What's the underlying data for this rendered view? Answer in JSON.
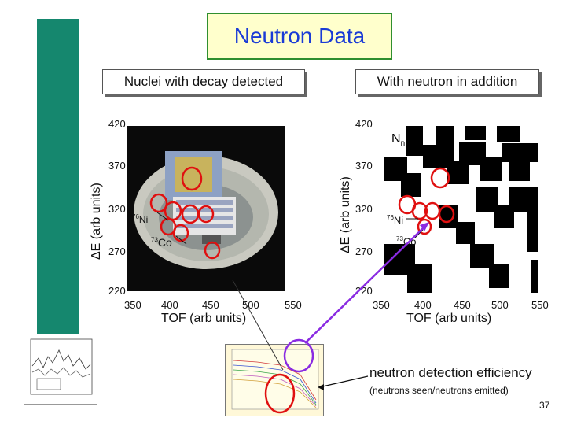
{
  "slide": {
    "title": "Neutron Data",
    "left_label": "Nuclei with decay detected",
    "right_label": "With neutron in addition",
    "efficiency_label": "neutron detection efficiency",
    "efficiency_sub": "(neutrons seen/neutrons emitted)",
    "page_number": "37"
  },
  "left_panel": {
    "ylabel": "ΔE (arb units)",
    "xlabel": "TOF (arb units)",
    "yticks": [
      "420",
      "370",
      "320",
      "270",
      "220"
    ],
    "xticks": [
      "350",
      "400",
      "450",
      "500",
      "550"
    ],
    "nuclide_a": {
      "mass": "76",
      "symbol": "Ni"
    },
    "nuclide_b": {
      "mass": "73",
      "symbol": "Co"
    }
  },
  "right_panel": {
    "ylabel": "ΔE (arb units)",
    "xlabel": "TOF (arb units)",
    "yticks": [
      "420",
      "370",
      "320",
      "270",
      "220"
    ],
    "xticks": [
      "350",
      "400",
      "450",
      "500",
      "550"
    ],
    "nn_label": "N",
    "nn_sub": "n",
    "nuclide_a": {
      "mass": "76",
      "symbol": "Ni"
    },
    "nuclide_b": {
      "mass": "73",
      "symbol": "Co"
    }
  },
  "colors": {
    "accent_bar": "#15876e",
    "title_text": "#1a3bd6",
    "title_bg": "#ffffcc",
    "marker_red": "#e01010",
    "arrow_purple": "#8a2be2"
  }
}
